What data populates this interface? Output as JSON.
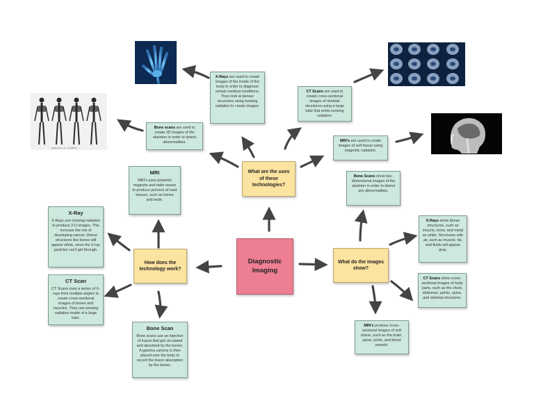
{
  "center": "Diagnostic Imaging",
  "hubs": {
    "uses": "What are the uses of these technologies?",
    "how": "How does the technology work?",
    "show": "What do the images show?"
  },
  "uses_notes": {
    "xray": {
      "term": "X-Rays",
      "text": " are used to create images of the inside of the body in order to diagnose certain medical conditions. They look at denser structures using ionizing radiation to create images."
    },
    "ct": {
      "term": "CT Scans",
      "text": " are used to create cross-sectional images of skeletal structures using a large tube that emits ionizing radiation."
    },
    "bone": {
      "term": "Bone scans",
      "text": " are used to create 2D images of the skeleton in order to detect abnormalities."
    },
    "mri": {
      "term": "MRI's",
      "text": " are used to create images of soft tissue using magnetic radiation."
    }
  },
  "how_notes": {
    "mri": {
      "title": "MRI",
      "text": "MRI's uses powerful magnets and radio waves to produce pictures of hard tissues, such as bones and teeth."
    },
    "xray": {
      "title": "X-Ray",
      "text": "X-Rays use ionizing radiation to produce 2-D images. This increase the risk of developing cancer. Dense structures like bones will appear white, since the X-ray particles can't get through."
    },
    "ct": {
      "title": "CT Scan",
      "text": "CT Scans uses a series of X-rays from multiple angles to create cross-sectional images of bones and muscles. They use ionizing radiation inside of a large tube."
    },
    "bone": {
      "title": "Bone Scan",
      "text": "Bone scans use an injection of traces that get circulated and absorbed by the bones. A gamma camera is then placed over the body to record the tracer absorption by the bones."
    }
  },
  "show_notes": {
    "bone": {
      "term": "Bone Scans",
      "text": " show two-dimensional images of the skeleton in order to detect any abnormalities."
    },
    "xray": {
      "term": "X-Rays",
      "text": " show dense structures, such as muscle, bone, and metal as white. Structures with air, such as muscle, fat, and fluids will appear gray."
    },
    "ct": {
      "term": "CT Scans",
      "text": " show cross-sectional images of body parts, such as the chest, abdomen, pelvis, spine, and skeletal structures."
    },
    "mri": {
      "term": "MRI's",
      "text": " produce cross-sectional images of soft tissue, such as the brain, spine, joints, and blood vessels."
    }
  },
  "bonescan_caption": "(Reference: ncl - 24.4M*5x)",
  "colors": {
    "note": "#cde8dd",
    "hub": "#fbe3a0",
    "center": "#ee7f93",
    "arrow": "#444444"
  }
}
